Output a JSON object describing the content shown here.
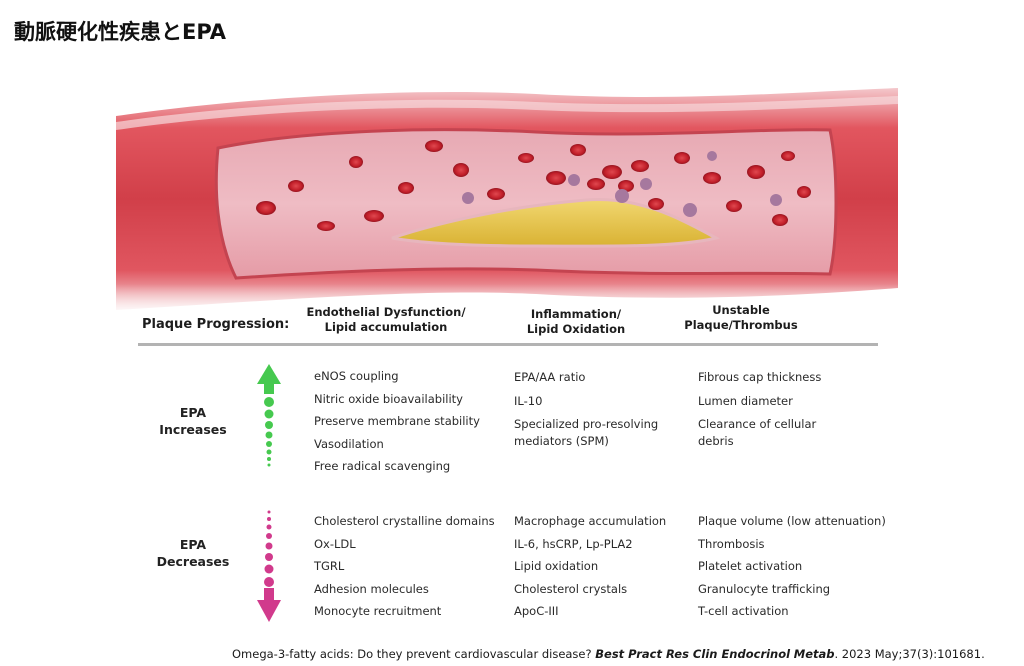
{
  "page": {
    "title": "動脈硬化性疾患とEPA"
  },
  "figure": {
    "illustration_icon": "artery-cross-section-illustration",
    "colors": {
      "artery_wall": "#d9454e",
      "lumen_inner": "#e8a1ad",
      "plaque": "#e6c243",
      "blood_cell": "#c4202c",
      "platelet": "#a6789e",
      "increase_arrow": "#46c94f",
      "decrease_arrow": "#d13a8c",
      "rule": "#b3b3b3"
    },
    "header": {
      "plaque_progression": "Plaque Progression:",
      "col1_line1": "Endothelial Dysfunction/",
      "col1_line2": "Lipid accumulation",
      "col2_line1": "Inflammation/",
      "col2_line2": "Lipid Oxidation",
      "col3_line1": "Unstable",
      "col3_line2": "Plaque/Thrombus"
    },
    "increases": {
      "label_line1": "EPA",
      "label_line2": "Increases",
      "col1": [
        "eNOS coupling",
        "Nitric oxide bioavailability",
        "Preserve membrane stability",
        "Vasodilation",
        "Free radical scavenging"
      ],
      "col2": {
        "item1": "EPA/AA ratio",
        "item2": "IL-10",
        "item3_line1": "Specialized pro-resolving",
        "item3_line2": "mediators (SPM)"
      },
      "col3": {
        "item1": "Fibrous cap thickness",
        "item2": "Lumen diameter",
        "item3_line1": "Clearance of cellular",
        "item3_line2": "debris"
      }
    },
    "decreases": {
      "label_line1": "EPA",
      "label_line2": "Decreases",
      "col1": [
        "Cholesterol crystalline domains",
        "Ox-LDL",
        "TGRL",
        "Adhesion molecules",
        "Monocyte recruitment"
      ],
      "col2": [
        "Macrophage accumulation",
        "IL-6, hsCRP, Lp-PLA2",
        "Lipid oxidation",
        "Cholesterol crystals",
        "ApoC-III"
      ],
      "col3": [
        "Plaque volume (low attenuation)",
        "Thrombosis",
        "Platelet activation",
        "Granulocyte trafficking",
        "T-cell activation"
      ]
    }
  },
  "citation": {
    "text": "Omega-3-fatty acids: Do they prevent cardiovascular disease?",
    "journal_prefix": "Best Pract Res Clin Endocrinol",
    "journal_suffix": "Metab",
    "details": ". 2023 May;37(3):101681."
  }
}
